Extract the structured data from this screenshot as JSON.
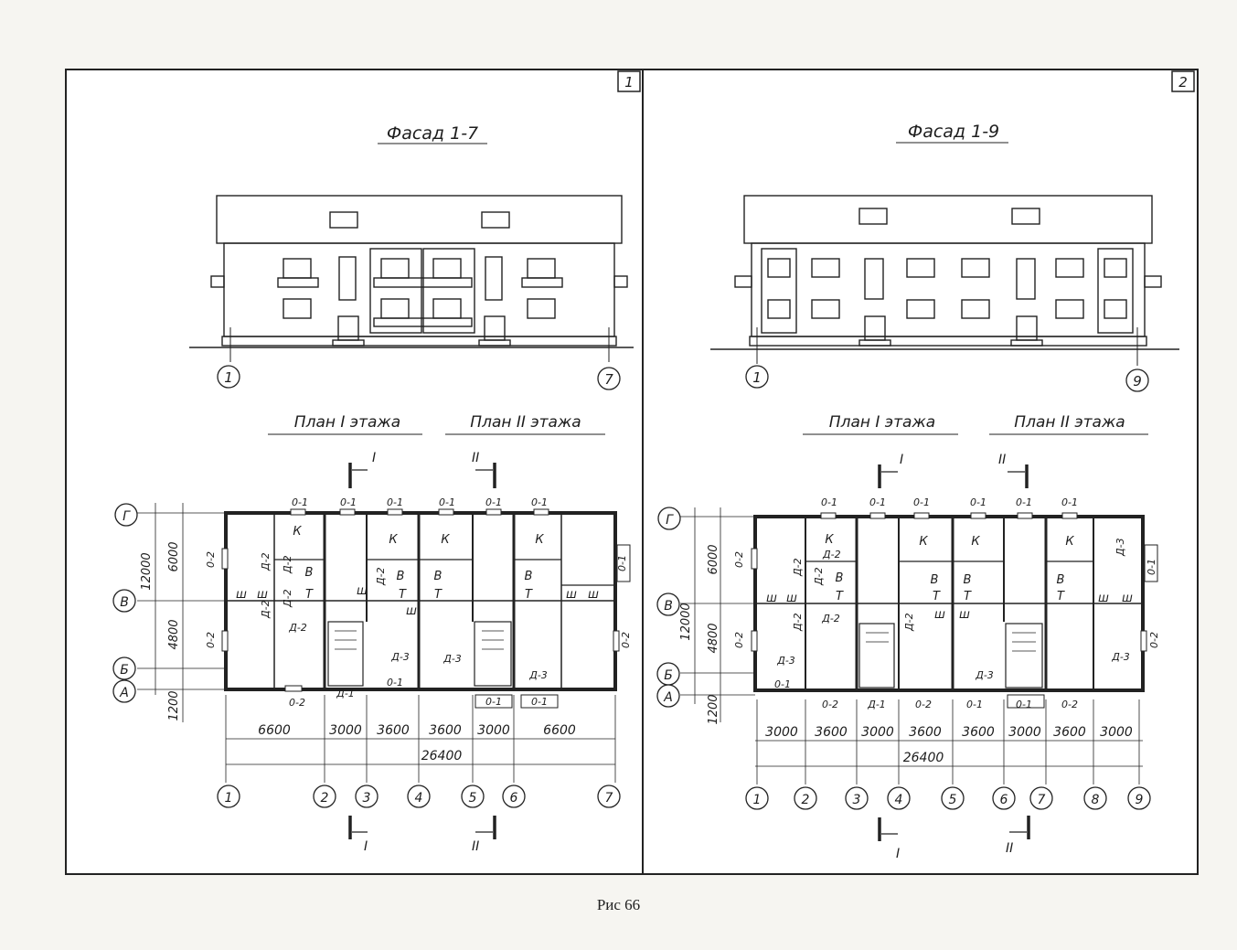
{
  "caption": "Рис 66",
  "panels": [
    {
      "number": "1",
      "facade_title": "Фасад 1-7",
      "facade_axes": [
        "1",
        "7"
      ],
      "plan_title_1": "План I этажа",
      "plan_title_2": "План II этажа",
      "section_marks": [
        "I",
        "II"
      ],
      "row_axes": [
        "Г",
        "В",
        "Б",
        "А"
      ],
      "vertical_dims": [
        "6000",
        "4800",
        "1200",
        "12000"
      ],
      "door_labels": [
        "Д-2",
        "Д-2",
        "Д-2",
        "Д-2",
        "Д-2",
        "Д-2",
        "Д-3",
        "Д-3",
        "Д-3",
        "Д-1"
      ],
      "window_top_labels": [
        "0-1",
        "0-1",
        "0-1",
        "0-1",
        "0-1",
        "0-1"
      ],
      "window_bottom_labels": [
        "0-2",
        "0-1",
        "0-1",
        "0-1"
      ],
      "window_side_labels": [
        "0-2",
        "0-2",
        "0-2",
        "0-1"
      ],
      "room_labels": [
        "К",
        "К",
        "К",
        "К",
        "В",
        "В",
        "В",
        "В",
        "Т",
        "Т",
        "Т",
        "Т",
        "ш",
        "ш",
        "ш",
        "ш",
        "ш",
        "ш"
      ],
      "span_dims": [
        "6600",
        "3000",
        "3600",
        "3600",
        "3000",
        "6600"
      ],
      "total_dim": "26400",
      "column_axes": [
        "1",
        "2",
        "3",
        "4",
        "5",
        "6",
        "7"
      ]
    },
    {
      "number": "2",
      "facade_title": "Фасад 1-9",
      "facade_axes": [
        "1",
        "9"
      ],
      "plan_title_1": "План I этажа",
      "plan_title_2": "План II этажа",
      "section_marks": [
        "I",
        "II"
      ],
      "row_axes": [
        "Г",
        "В",
        "Б",
        "А"
      ],
      "vertical_dims": [
        "6000",
        "4800",
        "1200",
        "12000"
      ],
      "door_labels": [
        "Д-2",
        "Д-2",
        "Д-2",
        "Д-2",
        "Д-2",
        "Д-2",
        "Д-3",
        "Д-3",
        "Д-3",
        "Д-3",
        "Д-1"
      ],
      "window_top_labels": [
        "0-1",
        "0-1",
        "0-1",
        "0-1",
        "0-1",
        "0-1"
      ],
      "window_bottom_labels": [
        "0-1",
        "0-2",
        "0-2",
        "0-1",
        "0-1",
        "0-2"
      ],
      "window_side_labels": [
        "0-2",
        "0-2",
        "0-2",
        "0-1"
      ],
      "room_labels": [
        "К",
        "К",
        "К",
        "К",
        "В",
        "В",
        "В",
        "В",
        "Т",
        "Т",
        "Т",
        "Т",
        "ш",
        "ш",
        "ш",
        "ш",
        "ш",
        "ш"
      ],
      "span_dims": [
        "3000",
        "3600",
        "3000",
        "3600",
        "3600",
        "3000",
        "3600",
        "3000"
      ],
      "total_dim": "26400",
      "column_axes": [
        "1",
        "2",
        "3",
        "4",
        "5",
        "6",
        "7",
        "8",
        "9"
      ]
    }
  ]
}
